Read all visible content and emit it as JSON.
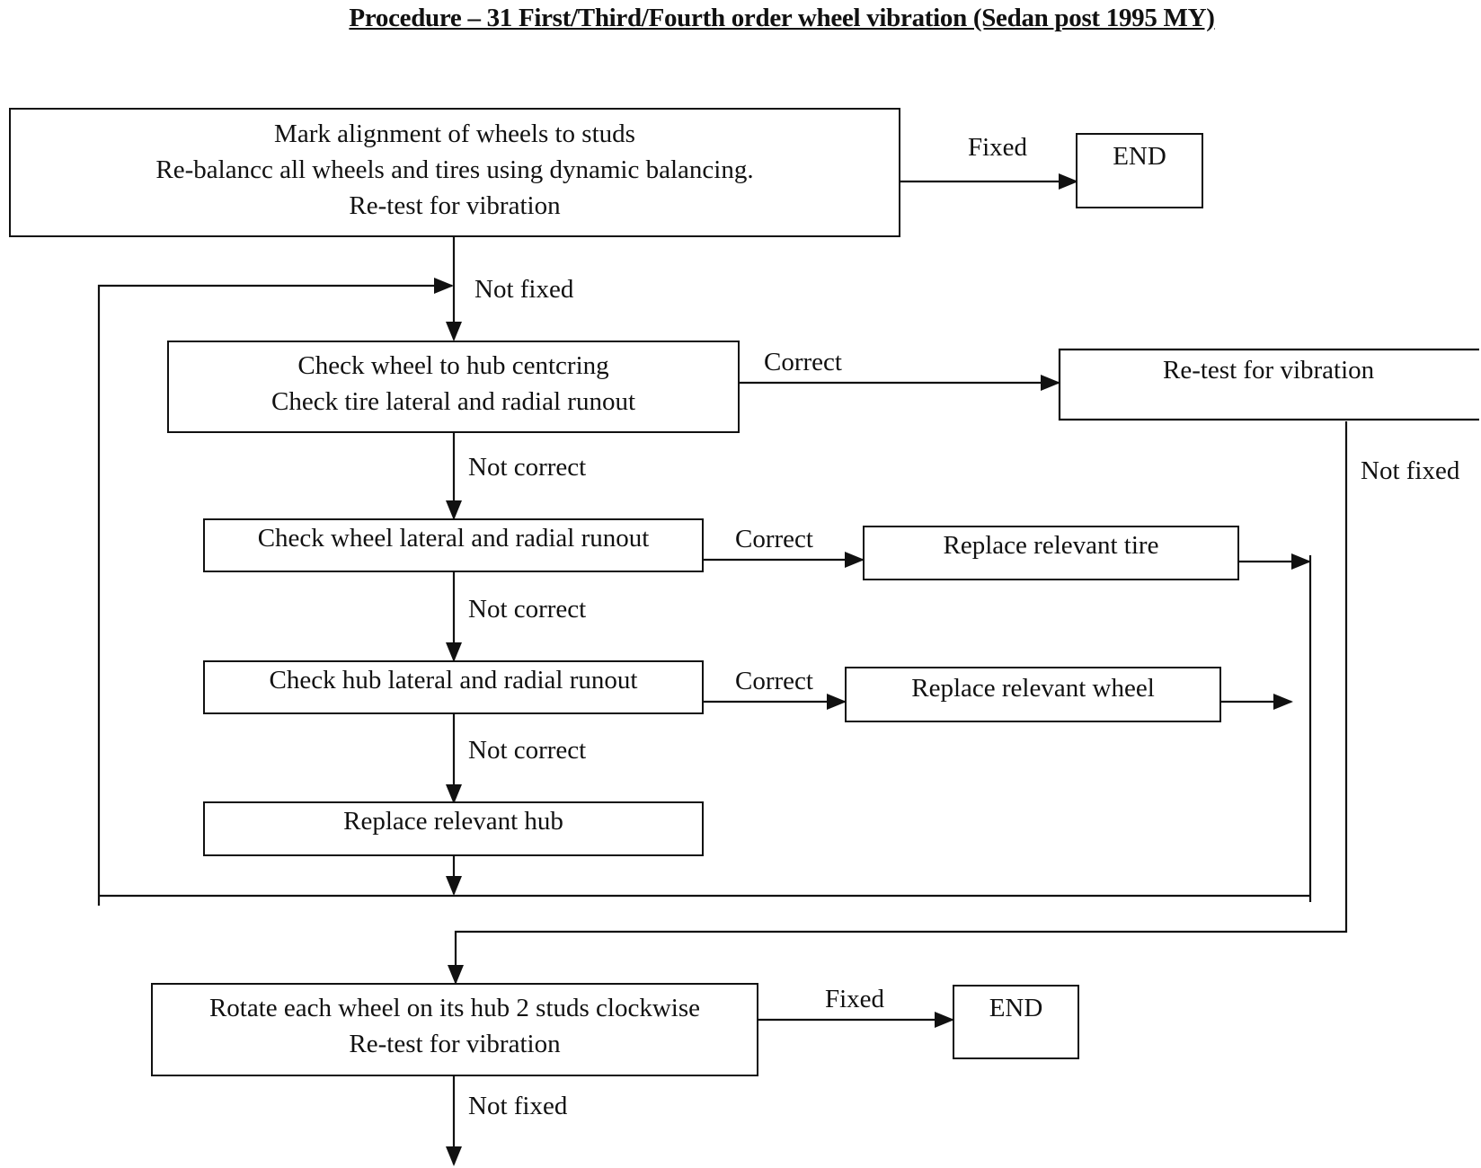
{
  "title": "Procedure – 31 First/Third/Fourth order wheel vibration (Sedan post 1995 MY)",
  "boxes": {
    "mark_alignment": {
      "lines": [
        "Mark alignment of wheels to studs",
        "Re-balancc all wheels and tires using dynamic balancing.",
        "Re-test for vibration"
      ]
    },
    "end_top": {
      "text": "END"
    },
    "hub_centering": {
      "lines": [
        "Check wheel to hub centcring",
        "Check tire lateral and radial runout"
      ]
    },
    "retest": {
      "text": "Re-test for vibration"
    },
    "wheel_runout": {
      "text": "Check wheel lateral and radial runout"
    },
    "replace_tire": {
      "text": "Replace relevant tire"
    },
    "hub_runout": {
      "text": "Check hub lateral and radial runout"
    },
    "replace_wheel": {
      "text": "Replace relevant wheel"
    },
    "replace_hub": {
      "text": "Replace relevant hub"
    },
    "rotate": {
      "lines": [
        "Rotate each wheel on its hub 2 studs clockwise",
        "Re-test for vibration"
      ]
    },
    "end_bottom": {
      "text": "END"
    }
  },
  "labels": {
    "fixed_top": "Fixed",
    "not_fixed_1": "Not fixed",
    "correct_1": "Correct",
    "not_correct_1": "Not correct",
    "not_fixed_right": "Not fixed",
    "correct_2": "Correct",
    "not_correct_2": "Not correct",
    "correct_3": "Correct",
    "not_correct_3": "Not correct",
    "fixed_bottom": "Fixed",
    "not_fixed_bottom": "Not fixed"
  }
}
